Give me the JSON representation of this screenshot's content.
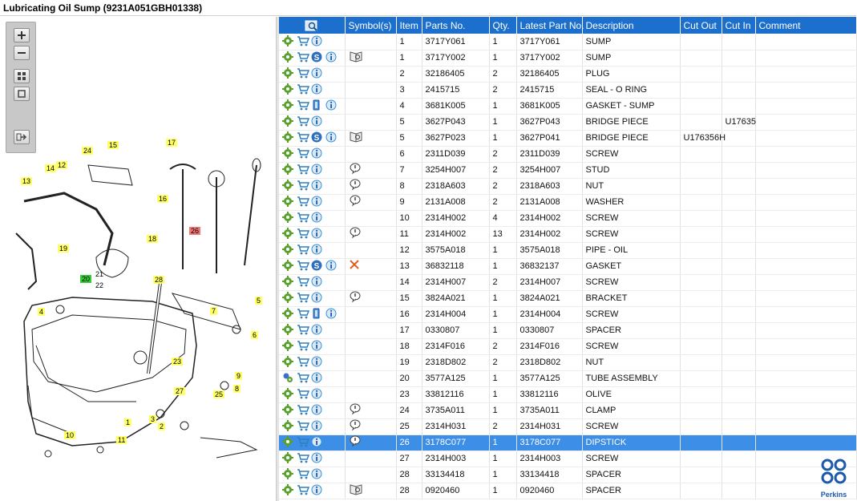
{
  "window": {
    "title": "Lubricating Oil Sump (9231A051GBH01338)"
  },
  "toolbar": {
    "buttons": [
      {
        "name": "zoom-in-icon",
        "label": ""
      },
      {
        "name": "zoom-out-icon",
        "label": ""
      },
      {
        "name": "fit-view-icon",
        "label": ""
      },
      {
        "name": "actual-size-icon",
        "label": ""
      },
      {
        "name": "export-icon",
        "label": ""
      }
    ]
  },
  "diagram": {
    "callouts": [
      {
        "num": "24",
        "color": "yellow"
      },
      {
        "num": "15",
        "color": "yellow"
      },
      {
        "num": "17",
        "color": "yellow"
      },
      {
        "num": "14",
        "color": "yellow"
      },
      {
        "num": "12",
        "color": "yellow"
      },
      {
        "num": "13",
        "color": "yellow"
      },
      {
        "num": "16",
        "color": "yellow"
      },
      {
        "num": "26",
        "color": "red"
      },
      {
        "num": "18",
        "color": "yellow"
      },
      {
        "num": "19",
        "color": "yellow"
      },
      {
        "num": "20",
        "color": "green"
      },
      {
        "num": "21",
        "color": "plain"
      },
      {
        "num": "22",
        "color": "plain"
      },
      {
        "num": "28",
        "color": "yellow"
      },
      {
        "num": "5",
        "color": "yellow"
      },
      {
        "num": "4",
        "color": "yellow"
      },
      {
        "num": "7",
        "color": "yellow"
      },
      {
        "num": "6",
        "color": "yellow"
      },
      {
        "num": "23",
        "color": "yellow"
      },
      {
        "num": "9",
        "color": "yellow"
      },
      {
        "num": "8",
        "color": "yellow"
      },
      {
        "num": "27",
        "color": "yellow"
      },
      {
        "num": "25",
        "color": "yellow"
      },
      {
        "num": "3",
        "color": "yellow"
      },
      {
        "num": "2",
        "color": "yellow"
      },
      {
        "num": "1",
        "color": "yellow"
      },
      {
        "num": "10",
        "color": "yellow"
      },
      {
        "num": "11",
        "color": "yellow"
      }
    ]
  },
  "table": {
    "columns": {
      "symbols": "Symbol(s)",
      "item": "Item",
      "parts_no": "Parts No.",
      "qty": "Qty.",
      "latest": "Latest Part No.",
      "description": "Description",
      "cut_out": "Cut Out",
      "cut_in": "Cut In",
      "comment": "Comment"
    },
    "rows": [
      {
        "icons": [
          "gear",
          "cart",
          "info"
        ],
        "symbol": "",
        "item": "1",
        "parts_no": "3717Y061",
        "qty": "1",
        "latest": "3717Y061",
        "description": "SUMP",
        "cut_out": "",
        "cut_in": "",
        "comment": ""
      },
      {
        "icons": [
          "gear",
          "cart",
          "s",
          "info"
        ],
        "symbol": "book",
        "item": "1",
        "parts_no": "3717Y002",
        "qty": "1",
        "latest": "3717Y002",
        "description": "SUMP",
        "cut_out": "",
        "cut_in": "",
        "comment": ""
      },
      {
        "icons": [
          "gear",
          "cart",
          "info"
        ],
        "symbol": "",
        "item": "2",
        "parts_no": "32186405",
        "qty": "2",
        "latest": "32186405",
        "description": "PLUG",
        "cut_out": "",
        "cut_in": "",
        "comment": ""
      },
      {
        "icons": [
          "gear",
          "cart",
          "info"
        ],
        "symbol": "",
        "item": "3",
        "parts_no": "2415715",
        "qty": "2",
        "latest": "2415715",
        "description": "SEAL - O RING",
        "cut_out": "",
        "cut_in": "",
        "comment": ""
      },
      {
        "icons": [
          "gear",
          "cart",
          "kit",
          "info"
        ],
        "symbol": "",
        "item": "4",
        "parts_no": "3681K005",
        "qty": "1",
        "latest": "3681K005",
        "description": "GASKET - SUMP",
        "cut_out": "",
        "cut_in": "",
        "comment": ""
      },
      {
        "icons": [
          "gear",
          "cart",
          "info"
        ],
        "symbol": "",
        "item": "5",
        "parts_no": "3627P043",
        "qty": "1",
        "latest": "3627P043",
        "description": "BRIDGE PIECE",
        "cut_out": "",
        "cut_in": "U17635",
        "comment": ""
      },
      {
        "icons": [
          "gear",
          "cart",
          "s",
          "info"
        ],
        "symbol": "book",
        "item": "5",
        "parts_no": "3627P023",
        "qty": "1",
        "latest": "3627P041",
        "description": "BRIDGE PIECE",
        "cut_out": "U176356H",
        "cut_in": "",
        "comment": ""
      },
      {
        "icons": [
          "gear",
          "cart",
          "info"
        ],
        "symbol": "",
        "item": "6",
        "parts_no": "2311D039",
        "qty": "2",
        "latest": "2311D039",
        "description": "SCREW",
        "cut_out": "",
        "cut_in": "",
        "comment": ""
      },
      {
        "icons": [
          "gear",
          "cart",
          "info"
        ],
        "symbol": "bubble",
        "item": "7",
        "parts_no": "3254H007",
        "qty": "2",
        "latest": "3254H007",
        "description": "STUD",
        "cut_out": "",
        "cut_in": "",
        "comment": ""
      },
      {
        "icons": [
          "gear",
          "cart",
          "info"
        ],
        "symbol": "bubble",
        "item": "8",
        "parts_no": "2318A603",
        "qty": "2",
        "latest": "2318A603",
        "description": "NUT",
        "cut_out": "",
        "cut_in": "",
        "comment": ""
      },
      {
        "icons": [
          "gear",
          "cart",
          "info"
        ],
        "symbol": "bubble",
        "item": "9",
        "parts_no": "2131A008",
        "qty": "2",
        "latest": "2131A008",
        "description": "WASHER",
        "cut_out": "",
        "cut_in": "",
        "comment": ""
      },
      {
        "icons": [
          "gear",
          "cart",
          "info"
        ],
        "symbol": "",
        "item": "10",
        "parts_no": "2314H002",
        "qty": "4",
        "latest": "2314H002",
        "description": "SCREW",
        "cut_out": "",
        "cut_in": "",
        "comment": ""
      },
      {
        "icons": [
          "gear",
          "cart",
          "info"
        ],
        "symbol": "bubble",
        "item": "11",
        "parts_no": "2314H002",
        "qty": "13",
        "latest": "2314H002",
        "description": "SCREW",
        "cut_out": "",
        "cut_in": "",
        "comment": ""
      },
      {
        "icons": [
          "gear",
          "cart",
          "info"
        ],
        "symbol": "",
        "item": "12",
        "parts_no": "3575A018",
        "qty": "1",
        "latest": "3575A018",
        "description": "PIPE - OIL",
        "cut_out": "",
        "cut_in": "",
        "comment": ""
      },
      {
        "icons": [
          "gear",
          "cart",
          "s",
          "info"
        ],
        "symbol": "cross",
        "item": "13",
        "parts_no": "36832118",
        "qty": "1",
        "latest": "36832137",
        "description": "GASKET",
        "cut_out": "",
        "cut_in": "",
        "comment": ""
      },
      {
        "icons": [
          "gear",
          "cart",
          "info"
        ],
        "symbol": "",
        "item": "14",
        "parts_no": "2314H007",
        "qty": "2",
        "latest": "2314H007",
        "description": "SCREW",
        "cut_out": "",
        "cut_in": "",
        "comment": ""
      },
      {
        "icons": [
          "gear",
          "cart",
          "info"
        ],
        "symbol": "bubble",
        "item": "15",
        "parts_no": "3824A021",
        "qty": "1",
        "latest": "3824A021",
        "description": "BRACKET",
        "cut_out": "",
        "cut_in": "",
        "comment": ""
      },
      {
        "icons": [
          "gear",
          "cart",
          "kit",
          "info"
        ],
        "symbol": "",
        "item": "16",
        "parts_no": "2314H004",
        "qty": "1",
        "latest": "2314H004",
        "description": "SCREW",
        "cut_out": "",
        "cut_in": "",
        "comment": ""
      },
      {
        "icons": [
          "gear",
          "cart",
          "info"
        ],
        "symbol": "",
        "item": "17",
        "parts_no": "0330807",
        "qty": "1",
        "latest": "0330807",
        "description": "SPACER",
        "cut_out": "",
        "cut_in": "",
        "comment": ""
      },
      {
        "icons": [
          "gear",
          "cart",
          "info"
        ],
        "symbol": "",
        "item": "18",
        "parts_no": "2314F016",
        "qty": "2",
        "latest": "2314F016",
        "description": "SCREW",
        "cut_out": "",
        "cut_in": "",
        "comment": ""
      },
      {
        "icons": [
          "gear",
          "cart",
          "info"
        ],
        "symbol": "",
        "item": "19",
        "parts_no": "2318D802",
        "qty": "2",
        "latest": "2318D802",
        "description": "NUT",
        "cut_out": "",
        "cut_in": "",
        "comment": ""
      },
      {
        "icons": [
          "gears",
          "cart",
          "info"
        ],
        "symbol": "",
        "item": "20",
        "parts_no": "3577A125",
        "qty": "1",
        "latest": "3577A125",
        "description": "TUBE ASSEMBLY",
        "cut_out": "",
        "cut_in": "",
        "comment": ""
      },
      {
        "icons": [
          "gear",
          "cart",
          "info"
        ],
        "symbol": "",
        "item": "23",
        "parts_no": "33812116",
        "qty": "1",
        "latest": "33812116",
        "description": "OLIVE",
        "cut_out": "",
        "cut_in": "",
        "comment": ""
      },
      {
        "icons": [
          "gear",
          "cart",
          "info"
        ],
        "symbol": "bubble",
        "item": "24",
        "parts_no": "3735A011",
        "qty": "1",
        "latest": "3735A011",
        "description": "CLAMP",
        "cut_out": "",
        "cut_in": "",
        "comment": ""
      },
      {
        "icons": [
          "gear",
          "cart",
          "info"
        ],
        "symbol": "bubble",
        "item": "25",
        "parts_no": "2314H031",
        "qty": "2",
        "latest": "2314H031",
        "description": "SCREW",
        "cut_out": "",
        "cut_in": "",
        "comment": ""
      },
      {
        "icons": [
          "gear",
          "cart",
          "info"
        ],
        "symbol": "bubble",
        "item": "26",
        "parts_no": "3178C077",
        "qty": "1",
        "latest": "3178C077",
        "description": "DIPSTICK",
        "cut_out": "",
        "cut_in": "",
        "comment": "",
        "selected": true
      },
      {
        "icons": [
          "gear",
          "cart",
          "info"
        ],
        "symbol": "",
        "item": "27",
        "parts_no": "2314H003",
        "qty": "1",
        "latest": "2314H003",
        "description": "SCREW",
        "cut_out": "",
        "cut_in": "",
        "comment": ""
      },
      {
        "icons": [
          "gear",
          "cart",
          "info"
        ],
        "symbol": "",
        "item": "28",
        "parts_no": "33134418",
        "qty": "1",
        "latest": "33134418",
        "description": "SPACER",
        "cut_out": "",
        "cut_in": "",
        "comment": ""
      },
      {
        "icons": [
          "gear",
          "cart",
          "info"
        ],
        "symbol": "book",
        "item": "28",
        "parts_no": "0920460",
        "qty": "1",
        "latest": "0920460",
        "description": "SPACER",
        "cut_out": "",
        "cut_in": "",
        "comment": ""
      }
    ]
  },
  "brand": {
    "name": "Perkins",
    "color": "#1c5aa8"
  },
  "colors": {
    "header": "#1c6fcc",
    "selected_row": "#3d8ee6",
    "gear": "#5aa02c",
    "cart": "#2f7fbf",
    "info": "#3a8fd0",
    "cross": "#e06020"
  }
}
